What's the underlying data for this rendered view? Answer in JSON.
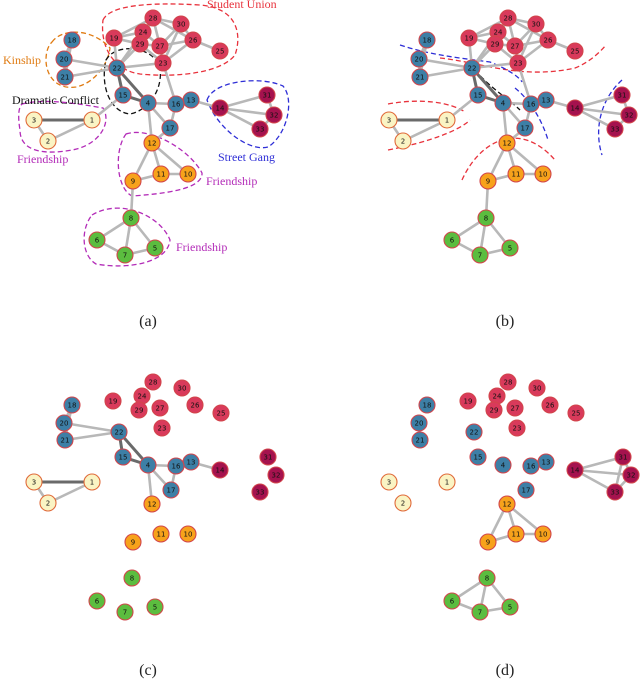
{
  "colors": {
    "blue": "#3d7fa6",
    "red": "#d93a5b",
    "maroon": "#a5124e",
    "orange": "#f7a21b",
    "green": "#5bbd3f",
    "pale": "#faf4c4",
    "edge": "#b8b8b8",
    "edge_dark": "#6a6a6a",
    "outline_red": "#e8323c",
    "outline_blue": "#2e2ed6",
    "outline_orange": "#e07b12",
    "outline_magenta": "#b32cb8",
    "outline_black": "#111111"
  },
  "panels": [
    {
      "id": "a",
      "label": "(a)"
    },
    {
      "id": "b",
      "label": "(b)"
    },
    {
      "id": "c",
      "label": "(c)"
    },
    {
      "id": "d",
      "label": "(d)"
    }
  ],
  "regions": {
    "student_union": "Student Union",
    "kinship": "Kinship",
    "dramatic_conflict": "Dramatic Conflict",
    "friendship": "Friendship",
    "street_gang": "Street Gang"
  },
  "nodes": [
    {
      "id": "1",
      "group": "pale"
    },
    {
      "id": "2",
      "group": "pale"
    },
    {
      "id": "3",
      "group": "pale"
    },
    {
      "id": "4",
      "group": "blue"
    },
    {
      "id": "5",
      "group": "green"
    },
    {
      "id": "6",
      "group": "green"
    },
    {
      "id": "7",
      "group": "green"
    },
    {
      "id": "8",
      "group": "green"
    },
    {
      "id": "9",
      "group": "orange"
    },
    {
      "id": "10",
      "group": "orange"
    },
    {
      "id": "11",
      "group": "orange"
    },
    {
      "id": "12",
      "group": "orange"
    },
    {
      "id": "13",
      "group": "blue"
    },
    {
      "id": "14",
      "group": "maroon"
    },
    {
      "id": "15",
      "group": "blue"
    },
    {
      "id": "16",
      "group": "blue"
    },
    {
      "id": "17",
      "group": "blue"
    },
    {
      "id": "18",
      "group": "blue"
    },
    {
      "id": "19",
      "group": "red"
    },
    {
      "id": "20",
      "group": "blue"
    },
    {
      "id": "21",
      "group": "blue"
    },
    {
      "id": "22",
      "group": "blue"
    },
    {
      "id": "23",
      "group": "red"
    },
    {
      "id": "24",
      "group": "red"
    },
    {
      "id": "25",
      "group": "red"
    },
    {
      "id": "26",
      "group": "red"
    },
    {
      "id": "27",
      "group": "red"
    },
    {
      "id": "28",
      "group": "red"
    },
    {
      "id": "29",
      "group": "red"
    },
    {
      "id": "30",
      "group": "red"
    },
    {
      "id": "31",
      "group": "maroon"
    },
    {
      "id": "32",
      "group": "maroon"
    },
    {
      "id": "33",
      "group": "maroon"
    }
  ],
  "edges_full": [
    [
      "1",
      "2"
    ],
    [
      "1",
      "3"
    ],
    [
      "2",
      "3"
    ],
    [
      "1",
      "15"
    ],
    [
      "18",
      "20"
    ],
    [
      "18",
      "21"
    ],
    [
      "20",
      "21"
    ],
    [
      "20",
      "22"
    ],
    [
      "21",
      "22"
    ],
    [
      "22",
      "15"
    ],
    [
      "22",
      "4"
    ],
    [
      "15",
      "4"
    ],
    [
      "22",
      "19"
    ],
    [
      "22",
      "24"
    ],
    [
      "22",
      "29"
    ],
    [
      "22",
      "28"
    ],
    [
      "22",
      "23"
    ],
    [
      "4",
      "16"
    ],
    [
      "4",
      "17"
    ],
    [
      "16",
      "13"
    ],
    [
      "13",
      "14"
    ],
    [
      "16",
      "17"
    ],
    [
      "4",
      "12"
    ],
    [
      "17",
      "12"
    ],
    [
      "16",
      "23"
    ],
    [
      "14",
      "31"
    ],
    [
      "14",
      "32"
    ],
    [
      "14",
      "33"
    ],
    [
      "31",
      "32"
    ],
    [
      "32",
      "33"
    ],
    [
      "12",
      "9"
    ],
    [
      "12",
      "11"
    ],
    [
      "12",
      "10"
    ],
    [
      "9",
      "11"
    ],
    [
      "11",
      "10"
    ],
    [
      "9",
      "8"
    ],
    [
      "8",
      "6"
    ],
    [
      "8",
      "7"
    ],
    [
      "8",
      "5"
    ],
    [
      "6",
      "7"
    ],
    [
      "7",
      "5"
    ],
    [
      "19",
      "24"
    ],
    [
      "19",
      "28"
    ],
    [
      "19",
      "29"
    ],
    [
      "24",
      "28"
    ],
    [
      "24",
      "29"
    ],
    [
      "24",
      "27"
    ],
    [
      "28",
      "29"
    ],
    [
      "28",
      "27"
    ],
    [
      "28",
      "30"
    ],
    [
      "28",
      "26"
    ],
    [
      "27",
      "30"
    ],
    [
      "27",
      "26"
    ],
    [
      "27",
      "23"
    ],
    [
      "29",
      "23"
    ],
    [
      "29",
      "27"
    ],
    [
      "30",
      "26"
    ],
    [
      "26",
      "25"
    ],
    [
      "26",
      "23"
    ],
    [
      "30",
      "23"
    ]
  ],
  "edges_dark": [
    [
      "22",
      "4"
    ],
    [
      "15",
      "4"
    ],
    [
      "22",
      "15"
    ],
    [
      "1",
      "3"
    ]
  ],
  "edges_c": [
    [
      "1",
      "2"
    ],
    [
      "1",
      "3"
    ],
    [
      "2",
      "3"
    ],
    [
      "18",
      "20"
    ],
    [
      "18",
      "21"
    ],
    [
      "20",
      "21"
    ],
    [
      "20",
      "22"
    ],
    [
      "21",
      "22"
    ],
    [
      "22",
      "15"
    ],
    [
      "22",
      "4"
    ],
    [
      "15",
      "4"
    ],
    [
      "4",
      "16"
    ],
    [
      "4",
      "17"
    ],
    [
      "16",
      "13"
    ],
    [
      "13",
      "14"
    ],
    [
      "16",
      "17"
    ],
    [
      "4",
      "12"
    ]
  ],
  "edges_d": [
    [
      "14",
      "31"
    ],
    [
      "14",
      "32"
    ],
    [
      "14",
      "33"
    ],
    [
      "31",
      "32"
    ],
    [
      "32",
      "33"
    ],
    [
      "31",
      "33"
    ],
    [
      "12",
      "9"
    ],
    [
      "12",
      "11"
    ],
    [
      "12",
      "10"
    ],
    [
      "9",
      "11"
    ],
    [
      "11",
      "10"
    ],
    [
      "8",
      "6"
    ],
    [
      "8",
      "7"
    ],
    [
      "8",
      "5"
    ],
    [
      "6",
      "7"
    ],
    [
      "7",
      "5"
    ],
    [
      "16",
      "13"
    ]
  ]
}
